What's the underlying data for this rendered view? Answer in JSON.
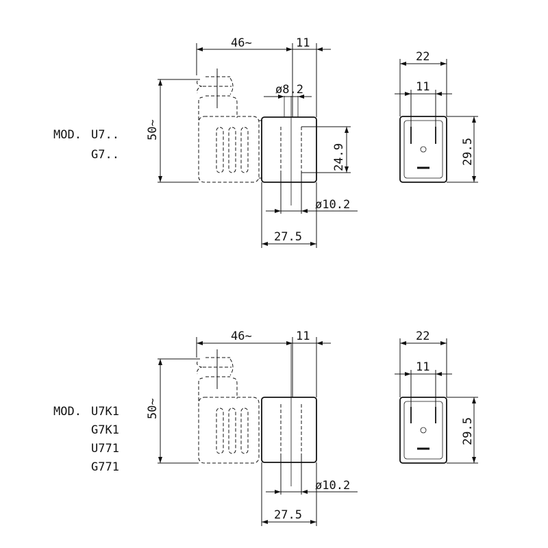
{
  "top": {
    "model_prefix": "MOD.",
    "models": [
      "U7..",
      "G7.."
    ],
    "dims": {
      "length": "46~",
      "offset": "11",
      "height": "50~",
      "hole_dia": "ø8.2",
      "body_height": "24.9",
      "pin_dia": "ø10.2",
      "body_width": "27.5",
      "face_width": "22",
      "pin_spacing": "11",
      "face_height": "29.5"
    }
  },
  "bottom": {
    "model_prefix": "MOD.",
    "models": [
      "U7K1",
      "G7K1",
      "U771",
      "G771"
    ],
    "dims": {
      "length": "46~",
      "offset": "11",
      "height": "50~",
      "pin_dia": "ø10.2",
      "body_width": "27.5",
      "face_width": "22",
      "pin_spacing": "11",
      "face_height": "29.5"
    }
  }
}
